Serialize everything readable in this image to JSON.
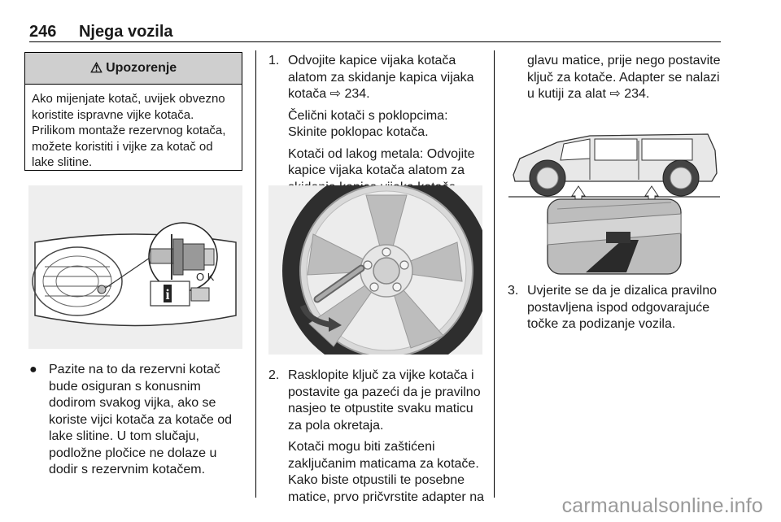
{
  "header": {
    "page_number": "246",
    "title": "Njega vozila"
  },
  "warning": {
    "title": "Upozorenje",
    "text": "Ako mijenjate kotač, uvijek obvezno koristite ispravne vijke kotača. Prilikom montaže rezervnog kotača, možete koristiti i vijke za kotač od lake slitine."
  },
  "figure1": {
    "label_ok": "O K",
    "info_symbol": "i"
  },
  "col1": {
    "bullet_marker": "●",
    "bullet_text": "Pazite na to da rezervni kotač bude osiguran s konusnim dodirom svakog vijka, ako se koriste vijci kotača za kotače od lake slitine. U tom slučaju, podložne pločice ne dolaze u dodir s rezervnim kotačem."
  },
  "col2": {
    "step1_num": "1.",
    "step1_text": "Odvojite kapice vijaka kotača alatom za skidanje kapica vijaka kotača ⇨ 234.",
    "step1_p2": "Čelični kotači s poklopcima: Skinite poklopac kotača.",
    "step1_p3": "Kotači od lakog metala: Odvojite kapice vijaka kotača alatom za skidanje kapica vijaka kotača.",
    "step2_num": "2.",
    "step2_text": "Rasklopite ključ za vijke kotača i postavite ga pazeći da je pravilno nasjeo te otpustite svaku maticu za pola okretaja.",
    "step2_p2": "Kotači mogu biti zaštićeni zaključanim maticama za kotače. Kako biste otpustili te posebne matice, prvo pričvrstite adapter na"
  },
  "col3": {
    "cont_text": "glavu matice, prije nego postavite ključ za kotače. Adapter se nalazi u kutiji za alat ⇨ 234.",
    "step3_num": "3.",
    "step3_text": "Uvjerite se da je dizalica pravilno postavljena ispod odgovarajuće točke za podizanje vozila."
  },
  "watermark": "carmanualsonline.info"
}
